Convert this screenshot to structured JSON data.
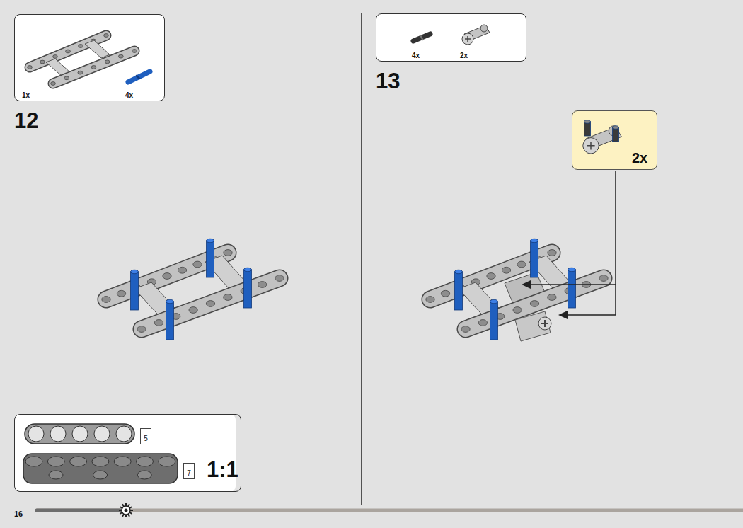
{
  "diagram": {
    "nodes": [
      {
        "text": [
          "1x",
          "4x"
        ]
      },
      {
        "text": [
          "1:1"
        ]
      },
      {
        "text": [
          "5"
        ],
        "in": 1
      },
      {
        "text": [
          "7"
        ],
        "in": 1
      },
      {
        "text": [
          "4x",
          "2x"
        ]
      },
      {
        "text": [
          "2x"
        ]
      }
    ],
    "labels": [
      "12",
      "13",
      "16"
    ]
  }
}
